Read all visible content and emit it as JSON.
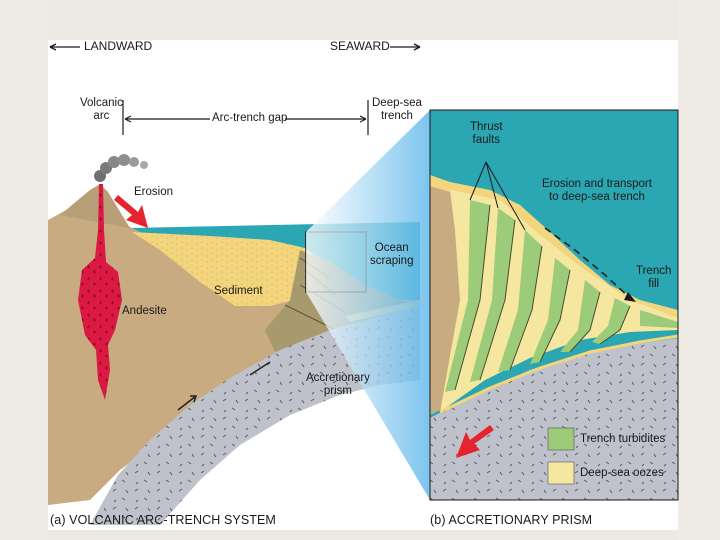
{
  "header": {
    "landward": "LANDWARD",
    "seaward": "SEAWARD"
  },
  "panel_a": {
    "volcanic_arc": "Volcanic\narc",
    "arc_trench_gap": "Arc-trench gap",
    "deep_sea_trench": "Deep-sea\ntrench",
    "erosion": "Erosion",
    "sediment": "Sediment",
    "andesite": "Andesite",
    "ocean_scraping": "Ocean\nscraping",
    "accretionary_prism": "Accretionary\nprism",
    "caption": "(a) VOLCANIC ARC-TRENCH SYSTEM"
  },
  "panel_b": {
    "thrust_faults": "Thrust\nfaults",
    "erosion_transport": "Erosion and transport\nto deep-sea trench",
    "trench_fill": "Trench\nfill",
    "legend": [
      {
        "label": "Trench turbidites",
        "color": "#9ccb7a"
      },
      {
        "label": "Deep-sea oozes",
        "color": "#f6e7a0"
      }
    ],
    "caption": "(b) ACCRETIONARY PRISM"
  },
  "colors": {
    "ocean": "#2aa7b3",
    "crust": "#c9ad83",
    "sediment": "#f2d27b",
    "slab": "#b9bcc6",
    "magma": "#d9173f",
    "turbidite": "#9ccb7a",
    "ooze": "#f6e7a0",
    "projection": "#77c2ec"
  }
}
